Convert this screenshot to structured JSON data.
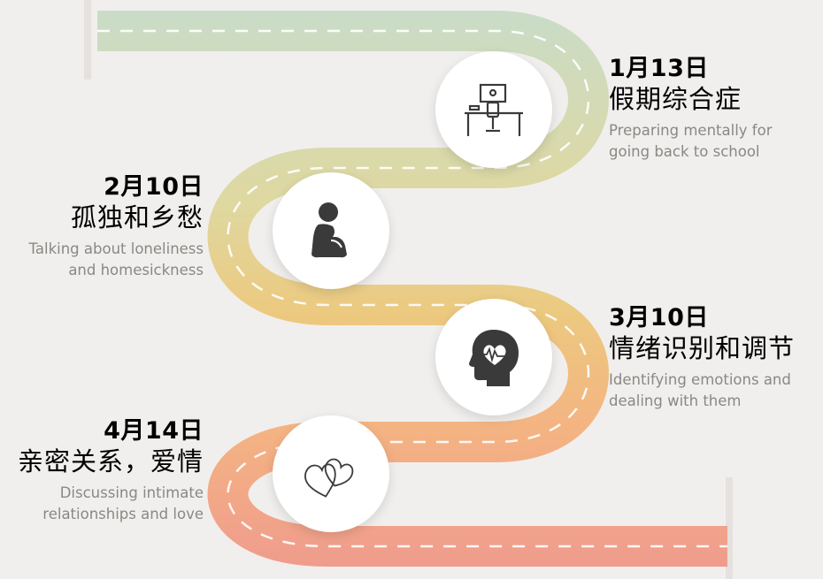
{
  "milestones": [
    {
      "date": "1月13日",
      "title": "假期综合症",
      "desc_line1": "Preparing mentally for",
      "desc_line2": "going back to school",
      "icon": "desk-computer-icon"
    },
    {
      "date": "2月10日",
      "title": "孤独和乡愁",
      "desc_line1": "Talking about loneliness",
      "desc_line2": "and homesickness",
      "icon": "lonely-person-icon"
    },
    {
      "date": "3月10日",
      "title": "情绪识别和调节",
      "desc_line1": "Identifying emotions and",
      "desc_line2": "dealing with them",
      "icon": "head-heartbeat-icon"
    },
    {
      "date": "4月14日",
      "title": "亲密关系，爱情",
      "desc_line1": "Discussing intimate",
      "desc_line2": "relationships and love",
      "icon": "two-hearts-icon"
    }
  ],
  "colors": {
    "background": "#f1efed",
    "road_top": "#c9dcc8",
    "road_mid": "#e9d18c",
    "road_orange": "#f2b27e",
    "road_bottom": "#f0a08e",
    "icon": "#3a3a3a"
  }
}
